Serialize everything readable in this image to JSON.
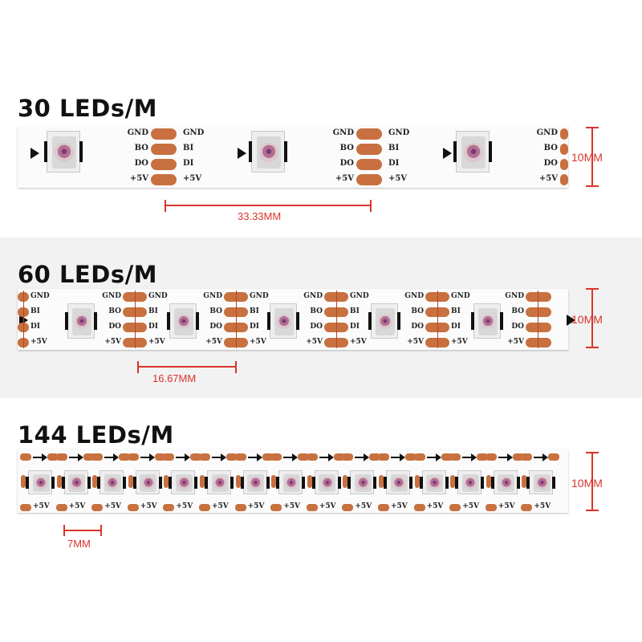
{
  "sections": [
    {
      "title": "30 LEDs/M",
      "pitch_label": "33.33MM",
      "width_label": "10MM"
    },
    {
      "title": "60 LEDs/M",
      "pitch_label": "16.67MM",
      "width_label": "10MM"
    },
    {
      "title": "144 LEDs/M",
      "pitch_label": "7MM",
      "width_label": "10MM"
    }
  ],
  "pins": {
    "gnd": "GND",
    "bo": "BO",
    "bi": "BI",
    "do": "DO",
    "di": "DI",
    "v5": "+5V"
  },
  "colors": {
    "pad": "#c8703f",
    "dimension": "#d9342b",
    "background_band": "#f2f2f2"
  }
}
